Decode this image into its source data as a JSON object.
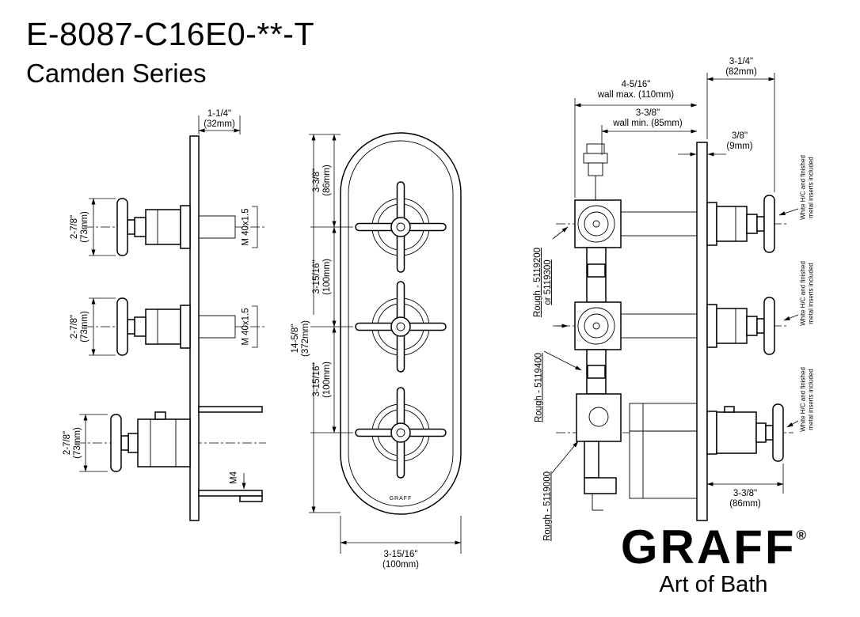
{
  "header": {
    "model": "E-8087-C16E0-**-T",
    "series": "Camden Series"
  },
  "views": {
    "side": {
      "dim_projection": {
        "l1": "1-1/4\"",
        "l2": "(32mm)"
      },
      "dim_handle": {
        "l1": "2-7/8\"",
        "l2": "(73mm)"
      },
      "thread": "M 40x1.5",
      "screw": "M4"
    },
    "front": {
      "dim_top": {
        "l1": "3-3/8\"",
        "l2": "(86mm)"
      },
      "dim_spacing": {
        "l1": "3-15/16\"",
        "l2": "(100mm)"
      },
      "dim_overall": {
        "l1": "14-5/8\"",
        "l2": "(372mm)"
      },
      "dim_width": {
        "l1": "3-15/16\"",
        "l2": "(100mm)"
      },
      "plate_logo": "GRAFF"
    },
    "rough": {
      "dim_wall_max": {
        "l1": "4-5/16\"",
        "l2": "wall max. (110mm)"
      },
      "dim_wall_min": {
        "l1": "3-3/8\"",
        "l2": "wall min. (85mm)"
      },
      "dim_handle_proj": {
        "l1": "3-1/4\"",
        "l2": "(82mm)"
      },
      "dim_plate_thk": {
        "l1": "3/8\"",
        "l2": "(9mm)"
      },
      "dim_bottom_proj": {
        "l1": "3-3/8\"",
        "l2": "(86mm)"
      },
      "rough_top": {
        "l1": "Rough - 5119200",
        "l2": "or 5119300"
      },
      "rough_mid": "Rough - 5119400",
      "rough_bottom": "Rough - 5119000",
      "insert_note": {
        "l1": "White H/C and finished",
        "l2": "metal inserts included"
      }
    }
  },
  "branding": {
    "logo": "GRAFF",
    "registered": "®",
    "tagline": "Art of Bath"
  }
}
